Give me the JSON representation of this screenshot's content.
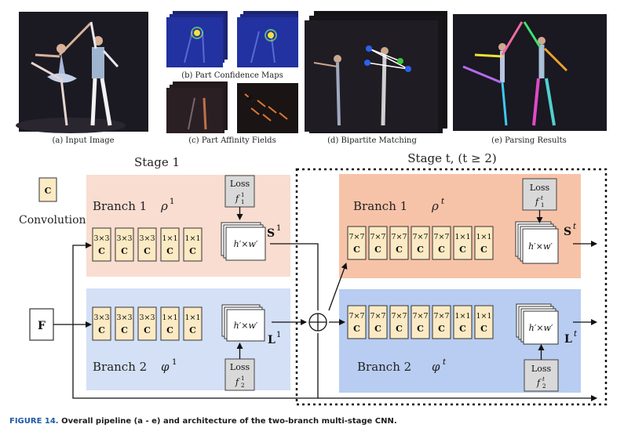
{
  "panels": {
    "a": "(a) Input Image",
    "b": "(b) Part Confidence Maps",
    "c": "(c) Part Affinity Fields",
    "d": "(d) Bipartite Matching",
    "e": "(e) Parsing Results"
  },
  "stage1_title": "Stage 1",
  "staget_title": "Stage t, (t ≥ 2)",
  "legend": {
    "symbol": "C",
    "label": "Convolution"
  },
  "input_label": "F",
  "stage1": {
    "branch1": {
      "name": "Branch 1",
      "func": "ρ",
      "sup": "1",
      "output": "S",
      "output_sup": "1"
    },
    "branch2": {
      "name": "Branch 2",
      "func": "φ",
      "sup": "1",
      "output": "L",
      "output_sup": "1"
    },
    "kernels": [
      "3×3",
      "3×3",
      "3×3",
      "1×1",
      "1×1"
    ],
    "loss1": {
      "title": "Loss",
      "f": "f",
      "sub": "1",
      "sup": "1"
    },
    "loss2": {
      "title": "Loss",
      "f": "f",
      "sub": "2",
      "sup": "1"
    }
  },
  "staget": {
    "branch1": {
      "name": "Branch 1",
      "func": "ρ",
      "sup": "t",
      "output": "S",
      "output_sup": "t"
    },
    "branch2": {
      "name": "Branch 2",
      "func": "φ",
      "sup": "t",
      "output": "L",
      "output_sup": "t"
    },
    "kernels": [
      "7×7",
      "7×7",
      "7×7",
      "7×7",
      "7×7",
      "1×1",
      "1×1"
    ],
    "loss1": {
      "title": "Loss",
      "f": "f",
      "sub": "1",
      "sup": "t"
    },
    "loss2": {
      "title": "Loss",
      "f": "f",
      "sub": "2",
      "sup": "t"
    }
  },
  "conv_symbol": "C",
  "map_label": "h′×w′",
  "caption": {
    "label": "FIGURE 14.",
    "text": "Overall pipeline (a - e) and architecture of the two-branch multi-stage CNN."
  },
  "colors": {
    "branch1_bg": "#f9ddd0",
    "branch1_bg_t": "#f7c3a8",
    "branch2_bg": "#d4e0f6",
    "branch2_bg_t": "#b8cdf1",
    "conv_fill": "#fbeac3",
    "loss_fill": "#d9d9d9",
    "caption_label": "#1f5aa6"
  }
}
